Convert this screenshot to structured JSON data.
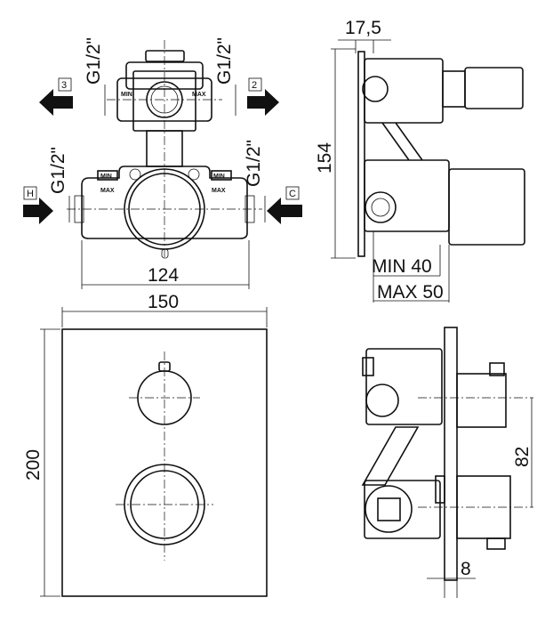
{
  "top_view": {
    "ports": {
      "left_top": "3",
      "right_top": "2",
      "left_bottom": "H",
      "right_bottom": "C"
    },
    "thread_labels": [
      "G1/2\"",
      "G1/2\"",
      "G1/2\"",
      "G1/2\""
    ],
    "markings": {
      "min": "MIN",
      "max": "MAX"
    },
    "width_dim": "124"
  },
  "side_view": {
    "offset_dim": "17,5",
    "height_dim": "154",
    "min_depth": "MIN 40",
    "max_depth": "MAX 50"
  },
  "front_plate": {
    "width_dim": "150",
    "height_dim": "200"
  },
  "side_plate": {
    "spacing_dim": "82",
    "thickness_dim": "8"
  }
}
